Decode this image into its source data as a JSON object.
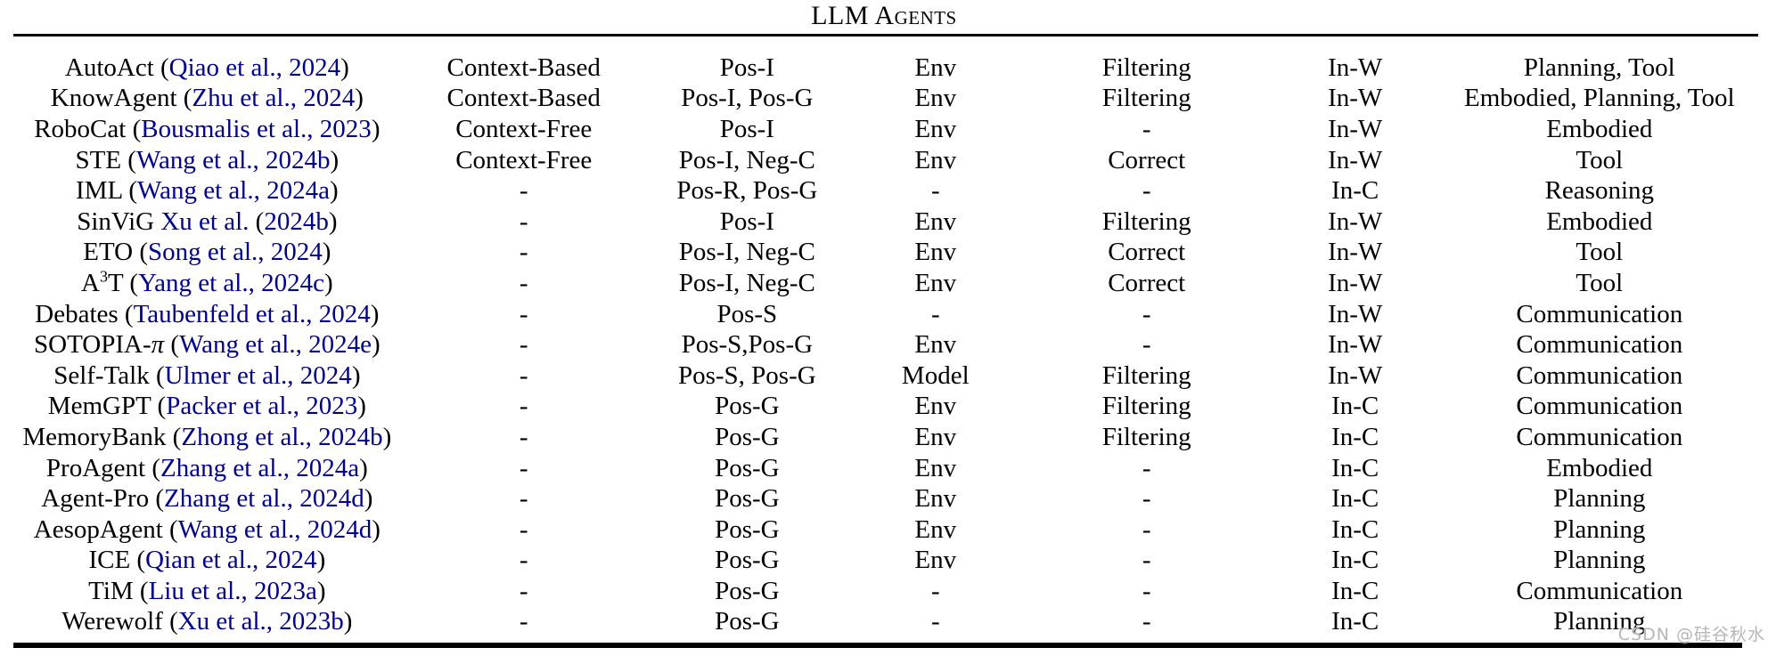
{
  "title": "LLM Agents",
  "watermark": "CSDN @硅谷秋水",
  "colors": {
    "link": "#00008B",
    "text": "#000000",
    "rule": "#000000",
    "watermark": "#b6b6b6"
  },
  "rows": [
    {
      "name": [
        {
          "t": "AutoAct ("
        },
        {
          "t": "Qiao et al., 2024",
          "s": "link"
        },
        {
          "t": ")"
        }
      ],
      "cells": [
        "Context-Based",
        "Pos-I",
        "Env",
        "Filtering",
        "In-W",
        "Planning, Tool"
      ]
    },
    {
      "name": [
        {
          "t": "KnowAgent ("
        },
        {
          "t": "Zhu et al., 2024",
          "s": "link"
        },
        {
          "t": ")"
        }
      ],
      "cells": [
        "Context-Based",
        "Pos-I, Pos-G",
        "Env",
        "Filtering",
        "In-W",
        "Embodied, Planning, Tool"
      ]
    },
    {
      "name": [
        {
          "t": "RoboCat ("
        },
        {
          "t": "Bousmalis et al., 2023",
          "s": "link"
        },
        {
          "t": ")"
        }
      ],
      "cells": [
        "Context-Free",
        "Pos-I",
        "Env",
        "-",
        "In-W",
        "Embodied"
      ]
    },
    {
      "name": [
        {
          "t": "STE ("
        },
        {
          "t": "Wang et al., 2024b",
          "s": "link"
        },
        {
          "t": ")"
        }
      ],
      "cells": [
        "Context-Free",
        "Pos-I, Neg-C",
        "Env",
        "Correct",
        "In-W",
        "Tool"
      ]
    },
    {
      "name": [
        {
          "t": "IML ("
        },
        {
          "t": "Wang et al., 2024a",
          "s": "link"
        },
        {
          "t": ")"
        }
      ],
      "cells": [
        "-",
        "Pos-R, Pos-G",
        "-",
        "-",
        "In-C",
        "Reasoning"
      ]
    },
    {
      "name": [
        {
          "t": "SinViG "
        },
        {
          "t": "Xu et al.",
          "s": "link"
        },
        {
          "t": " ("
        },
        {
          "t": "2024b",
          "s": "link"
        },
        {
          "t": ")"
        }
      ],
      "cells": [
        "-",
        "Pos-I",
        "Env",
        "Filtering",
        "In-W",
        "Embodied"
      ]
    },
    {
      "name": [
        {
          "t": "ETO ("
        },
        {
          "t": "Song et al., 2024",
          "s": "link"
        },
        {
          "t": ")"
        }
      ],
      "cells": [
        "-",
        "Pos-I, Neg-C",
        "Env",
        "Correct",
        "In-W",
        "Tool"
      ]
    },
    {
      "name": [
        {
          "t": "A"
        },
        {
          "t": "3",
          "s": "sup"
        },
        {
          "t": "T ("
        },
        {
          "t": "Yang et al., 2024c",
          "s": "link"
        },
        {
          "t": ")"
        }
      ],
      "cells": [
        "-",
        "Pos-I, Neg-C",
        "Env",
        "Correct",
        "In-W",
        "Tool"
      ]
    },
    {
      "name": [
        {
          "t": "Debates ("
        },
        {
          "t": "Taubenfeld et al., 2024",
          "s": "link"
        },
        {
          "t": ")"
        }
      ],
      "cells": [
        "-",
        "Pos-S",
        "-",
        "-",
        "In-W",
        "Communication"
      ]
    },
    {
      "name": [
        {
          "t": "SOTOPIA-"
        },
        {
          "t": "π",
          "s": "i"
        },
        {
          "t": " ("
        },
        {
          "t": "Wang et al., 2024e",
          "s": "link"
        },
        {
          "t": ")"
        }
      ],
      "cells": [
        "-",
        "Pos-S,Pos-G",
        "Env",
        "-",
        "In-W",
        "Communication"
      ]
    },
    {
      "name": [
        {
          "t": "Self-Talk ("
        },
        {
          "t": "Ulmer et al., 2024",
          "s": "link"
        },
        {
          "t": ")"
        }
      ],
      "cells": [
        "-",
        "Pos-S, Pos-G",
        "Model",
        "Filtering",
        "In-W",
        "Communication"
      ]
    },
    {
      "name": [
        {
          "t": "MemGPT ("
        },
        {
          "t": "Packer et al., 2023",
          "s": "link"
        },
        {
          "t": ")"
        }
      ],
      "cells": [
        "-",
        "Pos-G",
        "Env",
        "Filtering",
        "In-C",
        "Communication"
      ]
    },
    {
      "name": [
        {
          "t": "MemoryBank ("
        },
        {
          "t": "Zhong et al., 2024b",
          "s": "link"
        },
        {
          "t": ")"
        }
      ],
      "cells": [
        "-",
        "Pos-G",
        "Env",
        "Filtering",
        "In-C",
        "Communication"
      ]
    },
    {
      "name": [
        {
          "t": "ProAgent ("
        },
        {
          "t": "Zhang et al., 2024a",
          "s": "link"
        },
        {
          "t": ")"
        }
      ],
      "cells": [
        "-",
        "Pos-G",
        "Env",
        "-",
        "In-C",
        "Embodied"
      ]
    },
    {
      "name": [
        {
          "t": "Agent-Pro ("
        },
        {
          "t": "Zhang et al., 2024d",
          "s": "link"
        },
        {
          "t": ")"
        }
      ],
      "cells": [
        "-",
        "Pos-G",
        "Env",
        "-",
        "In-C",
        "Planning"
      ]
    },
    {
      "name": [
        {
          "t": "AesopAgent ("
        },
        {
          "t": "Wang et al., 2024d",
          "s": "link"
        },
        {
          "t": ")"
        }
      ],
      "cells": [
        "-",
        "Pos-G",
        "Env",
        "-",
        "In-C",
        "Planning"
      ]
    },
    {
      "name": [
        {
          "t": "ICE ("
        },
        {
          "t": "Qian et al., 2024",
          "s": "link"
        },
        {
          "t": ")"
        }
      ],
      "cells": [
        "-",
        "Pos-G",
        "Env",
        "-",
        "In-C",
        "Planning"
      ]
    },
    {
      "name": [
        {
          "t": "TiM ("
        },
        {
          "t": "Liu et al., 2023a",
          "s": "link"
        },
        {
          "t": ")"
        }
      ],
      "cells": [
        "-",
        "Pos-G",
        "-",
        "-",
        "In-C",
        "Communication"
      ]
    },
    {
      "name": [
        {
          "t": "Werewolf ("
        },
        {
          "t": "Xu et al., 2023b",
          "s": "link"
        },
        {
          "t": ")"
        }
      ],
      "cells": [
        "-",
        "Pos-G",
        "-",
        "-",
        "In-C",
        "Planning"
      ]
    }
  ]
}
